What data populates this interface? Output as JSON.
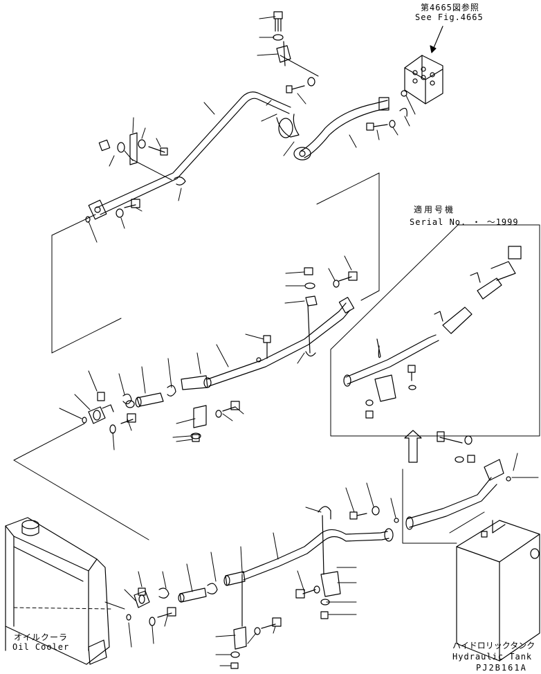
{
  "references": {
    "fig_ref_jp": "第4665図参照",
    "fig_ref_en": "See Fig.4665"
  },
  "serial_note": {
    "jp": "適用号機",
    "en": "Serial No.  ・ ～1999"
  },
  "components": {
    "oil_cooler_jp": "オイルクーラ",
    "oil_cooler_en": "Oil Cooler",
    "hydraulic_tank_jp": "ハイドロリックタンク",
    "hydraulic_tank_en": "Hydraulic Tank"
  },
  "drawing_code": "PJ2B161A"
}
